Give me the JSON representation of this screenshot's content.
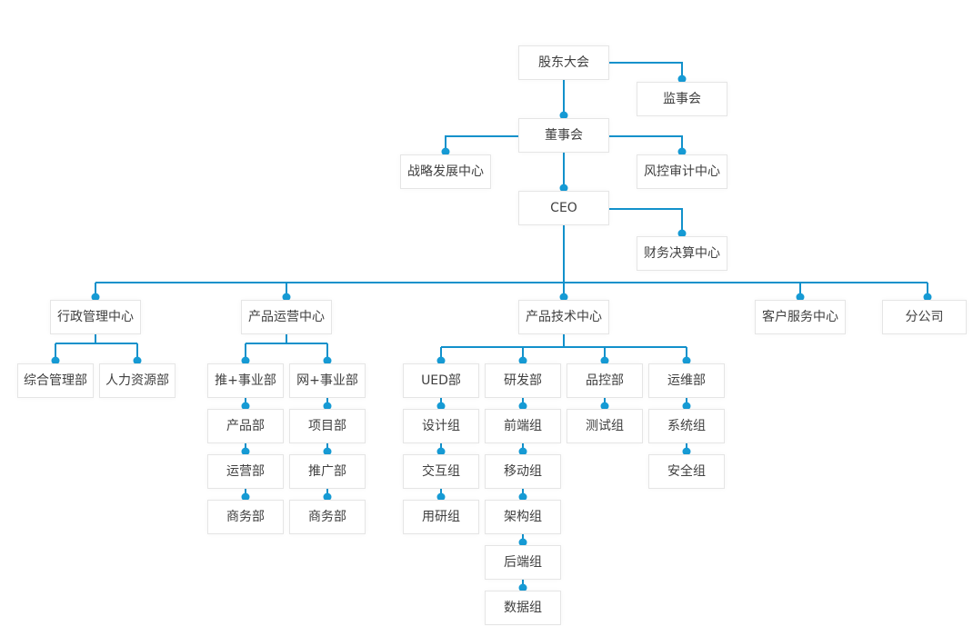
{
  "diagram_type": "org-chart",
  "colors": {
    "connector_line": "#1291cb",
    "connector_dot": "#169bd5",
    "node_border": "#e5e5e5",
    "node_background": "#ffffff",
    "node_text": "#404040",
    "page_background": "#ffffff"
  },
  "nodes": {
    "shareholders_meeting": {
      "label": "股东大会",
      "children": [
        "supervisory_board",
        "board_of_directors"
      ]
    },
    "supervisory_board": {
      "label": "监事会",
      "children": []
    },
    "board_of_directors": {
      "label": "董事会",
      "children": [
        "strategy_center",
        "risk_audit_center",
        "ceo"
      ]
    },
    "strategy_center": {
      "label": "战略发展中心",
      "children": []
    },
    "risk_audit_center": {
      "label": "风控审计中心",
      "children": []
    },
    "ceo": {
      "label": "CEO",
      "children": [
        "finance_center",
        "admin_center",
        "product_ops_center",
        "product_tech_center",
        "customer_service_center",
        "branch_company"
      ]
    },
    "finance_center": {
      "label": "财务决算中心",
      "children": []
    },
    "admin_center": {
      "label": "行政管理中心",
      "children": [
        "general_dept",
        "hr_dept"
      ]
    },
    "general_dept": {
      "label": "综合管理部",
      "children": []
    },
    "hr_dept": {
      "label": "人力资源部",
      "children": []
    },
    "product_ops_center": {
      "label": "产品运营中心",
      "children": [
        "tui_division",
        "wang_division"
      ]
    },
    "tui_division": {
      "label": "推+事业部",
      "children": [
        "product_dept"
      ]
    },
    "product_dept": {
      "label": "产品部",
      "children": [
        "operations_dept"
      ]
    },
    "operations_dept": {
      "label": "运营部",
      "children": [
        "business_dept_tui"
      ]
    },
    "business_dept_tui": {
      "label": "商务部",
      "children": []
    },
    "wang_division": {
      "label": "网+事业部",
      "children": [
        "project_dept"
      ]
    },
    "project_dept": {
      "label": "项目部",
      "children": [
        "promotion_dept"
      ]
    },
    "promotion_dept": {
      "label": "推广部",
      "children": [
        "business_dept_wang"
      ]
    },
    "business_dept_wang": {
      "label": "商务部",
      "children": []
    },
    "product_tech_center": {
      "label": "产品技术中心",
      "children": [
        "ued_dept",
        "rnd_dept",
        "qc_dept",
        "ops_maintenance_dept"
      ]
    },
    "ued_dept": {
      "label": "UED部",
      "children": [
        "design_team"
      ]
    },
    "design_team": {
      "label": "设计组",
      "children": [
        "interaction_team"
      ]
    },
    "interaction_team": {
      "label": "交互组",
      "children": [
        "user_research_team"
      ]
    },
    "user_research_team": {
      "label": "用研组",
      "children": []
    },
    "rnd_dept": {
      "label": "研发部",
      "children": [
        "frontend_team"
      ]
    },
    "frontend_team": {
      "label": "前端组",
      "children": [
        "mobile_team"
      ]
    },
    "mobile_team": {
      "label": "移动组",
      "children": [
        "architecture_team"
      ]
    },
    "architecture_team": {
      "label": "架构组",
      "children": [
        "backend_team"
      ]
    },
    "backend_team": {
      "label": "后端组",
      "children": [
        "data_team"
      ]
    },
    "data_team": {
      "label": "数据组",
      "children": []
    },
    "qc_dept": {
      "label": "品控部",
      "children": [
        "testing_team"
      ]
    },
    "testing_team": {
      "label": "测试组",
      "children": []
    },
    "ops_maintenance_dept": {
      "label": "运维部",
      "children": [
        "system_team"
      ]
    },
    "system_team": {
      "label": "系统组",
      "children": [
        "security_team"
      ]
    },
    "security_team": {
      "label": "安全组",
      "children": []
    },
    "customer_service_center": {
      "label": "客户服务中心",
      "children": []
    },
    "branch_company": {
      "label": "分公司",
      "children": []
    }
  }
}
